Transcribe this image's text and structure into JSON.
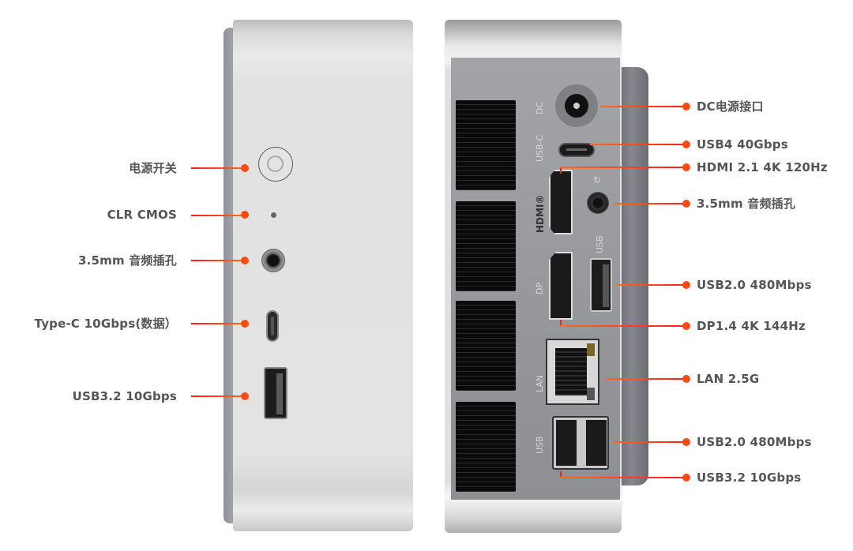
{
  "front": {
    "labels": [
      {
        "text": "电源开关"
      },
      {
        "text": "CLR CMOS"
      },
      {
        "text": "3.5mm 音频插孔"
      },
      {
        "text": "Type-C 10Gbps(数据）"
      },
      {
        "text": "USB3.2 10Gbps"
      }
    ]
  },
  "rear": {
    "labels": [
      {
        "text": "DC电源接口"
      },
      {
        "text": "USB4 40Gbps"
      },
      {
        "text": "HDMI 2.1 4K 120Hz"
      },
      {
        "text": "3.5mm 音频插孔"
      },
      {
        "text": "USB2.0 480Mbps"
      },
      {
        "text": "DP1.4 4K 144Hz"
      },
      {
        "text": "LAN 2.5G"
      },
      {
        "text": "USB2.0 480Mbps"
      },
      {
        "text": "USB3.2 10Gbps"
      }
    ],
    "port_marks": {
      "dc": "DC",
      "usbc": "USB-C",
      "hdmi": "HDMI®",
      "usb_top": "USB",
      "dp": "DP",
      "lan": "LAN",
      "usb_bottom": "USB"
    }
  },
  "colors": {
    "accent": "#ff3b1a",
    "label_text": "#555555"
  }
}
